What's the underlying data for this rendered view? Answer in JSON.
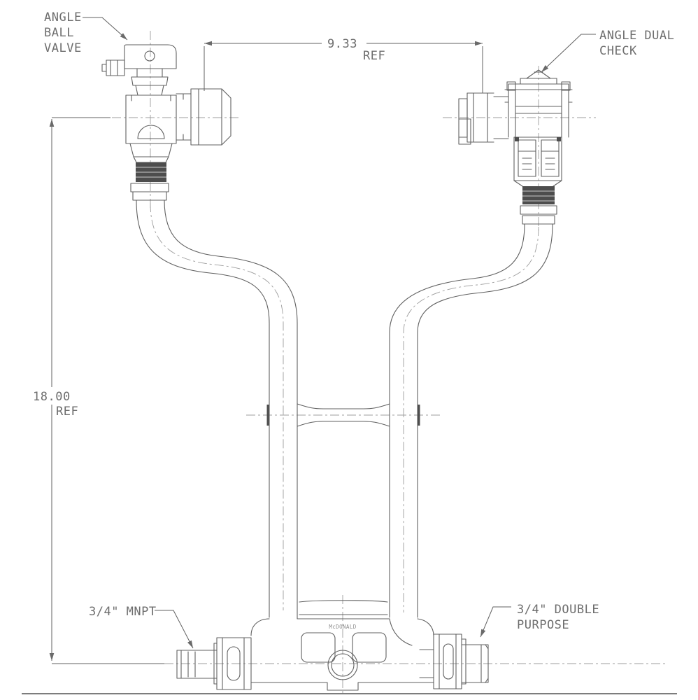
{
  "colors": {
    "background": "#ffffff",
    "line": "#606060",
    "centerline": "#9c9c9c",
    "text": "#6e6e6e",
    "thread_fill": "#4d4d4d",
    "border": "#7d7d7d"
  },
  "labels": {
    "angle_ball_valve": {
      "line1": "ANGLE",
      "line2": "BALL",
      "line3": "VALVE"
    },
    "angle_dual_check": {
      "line1": "ANGLE DUAL",
      "line2": "CHECK"
    },
    "inlet_connection": "3/4\" MNPT",
    "outlet_connection": {
      "line1": "3/4\" DOUBLE",
      "line2": "PURPOSE"
    },
    "brand_casting": "McDONALD"
  },
  "dimensions": {
    "horizontal": {
      "value": "9.33",
      "suffix": "REF"
    },
    "vertical": {
      "value": "18.00",
      "suffix": "REF"
    }
  }
}
